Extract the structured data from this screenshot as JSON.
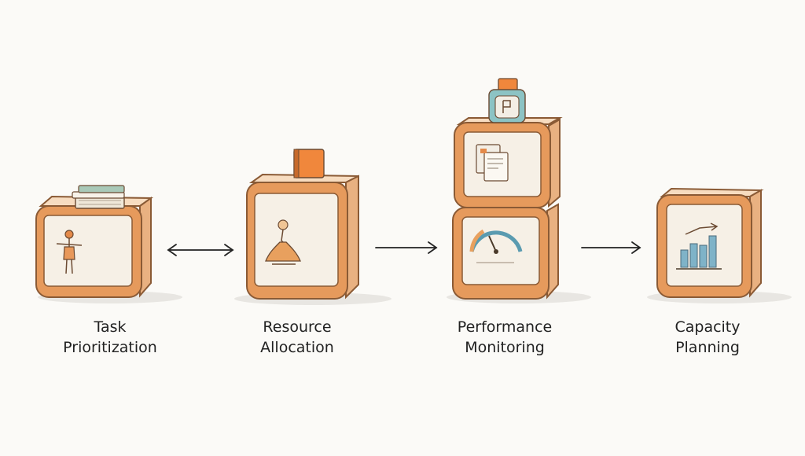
{
  "steps": [
    {
      "line1": "Task",
      "line2": "Prioritization",
      "icon": "person-icon",
      "top_item": "books-icon"
    },
    {
      "line1": "Resource",
      "line2": "Allocation",
      "icon": "figure-icon",
      "top_item": "book-icon"
    },
    {
      "line1": "Performance",
      "line2": "Monitoring",
      "icon": "gauge-icon",
      "top_item": "badge-icon",
      "upper_icon": "document-icon"
    },
    {
      "line1": "Capacity",
      "line2": "Planning",
      "icon": "bar-chart-icon"
    }
  ],
  "connectors": [
    {
      "from": 0,
      "to": 1,
      "type": "bidirectional"
    },
    {
      "from": 1,
      "to": 2,
      "type": "forward"
    },
    {
      "from": 2,
      "to": 3,
      "type": "forward"
    }
  ],
  "colors": {
    "background": "#fbfaf7",
    "cube": "#f4c79a",
    "rim": "#e69a5c",
    "face": "#f6f0e6",
    "text": "#222222"
  }
}
